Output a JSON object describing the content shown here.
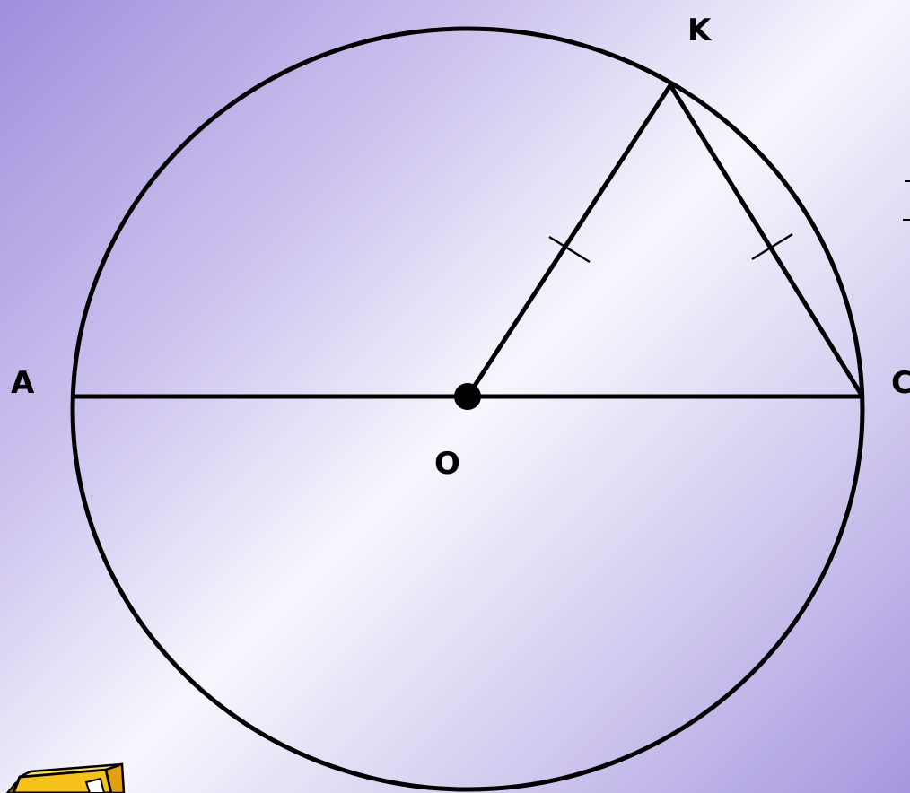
{
  "labels": {
    "A": "A",
    "K": "K",
    "O": "O",
    "C": "C"
  },
  "colors": {
    "stroke": "#000000",
    "pencil_body": "#f6c21a",
    "pencil_tip": "#8a5a1a"
  },
  "icons": {
    "pencil": "pencil-icon"
  }
}
